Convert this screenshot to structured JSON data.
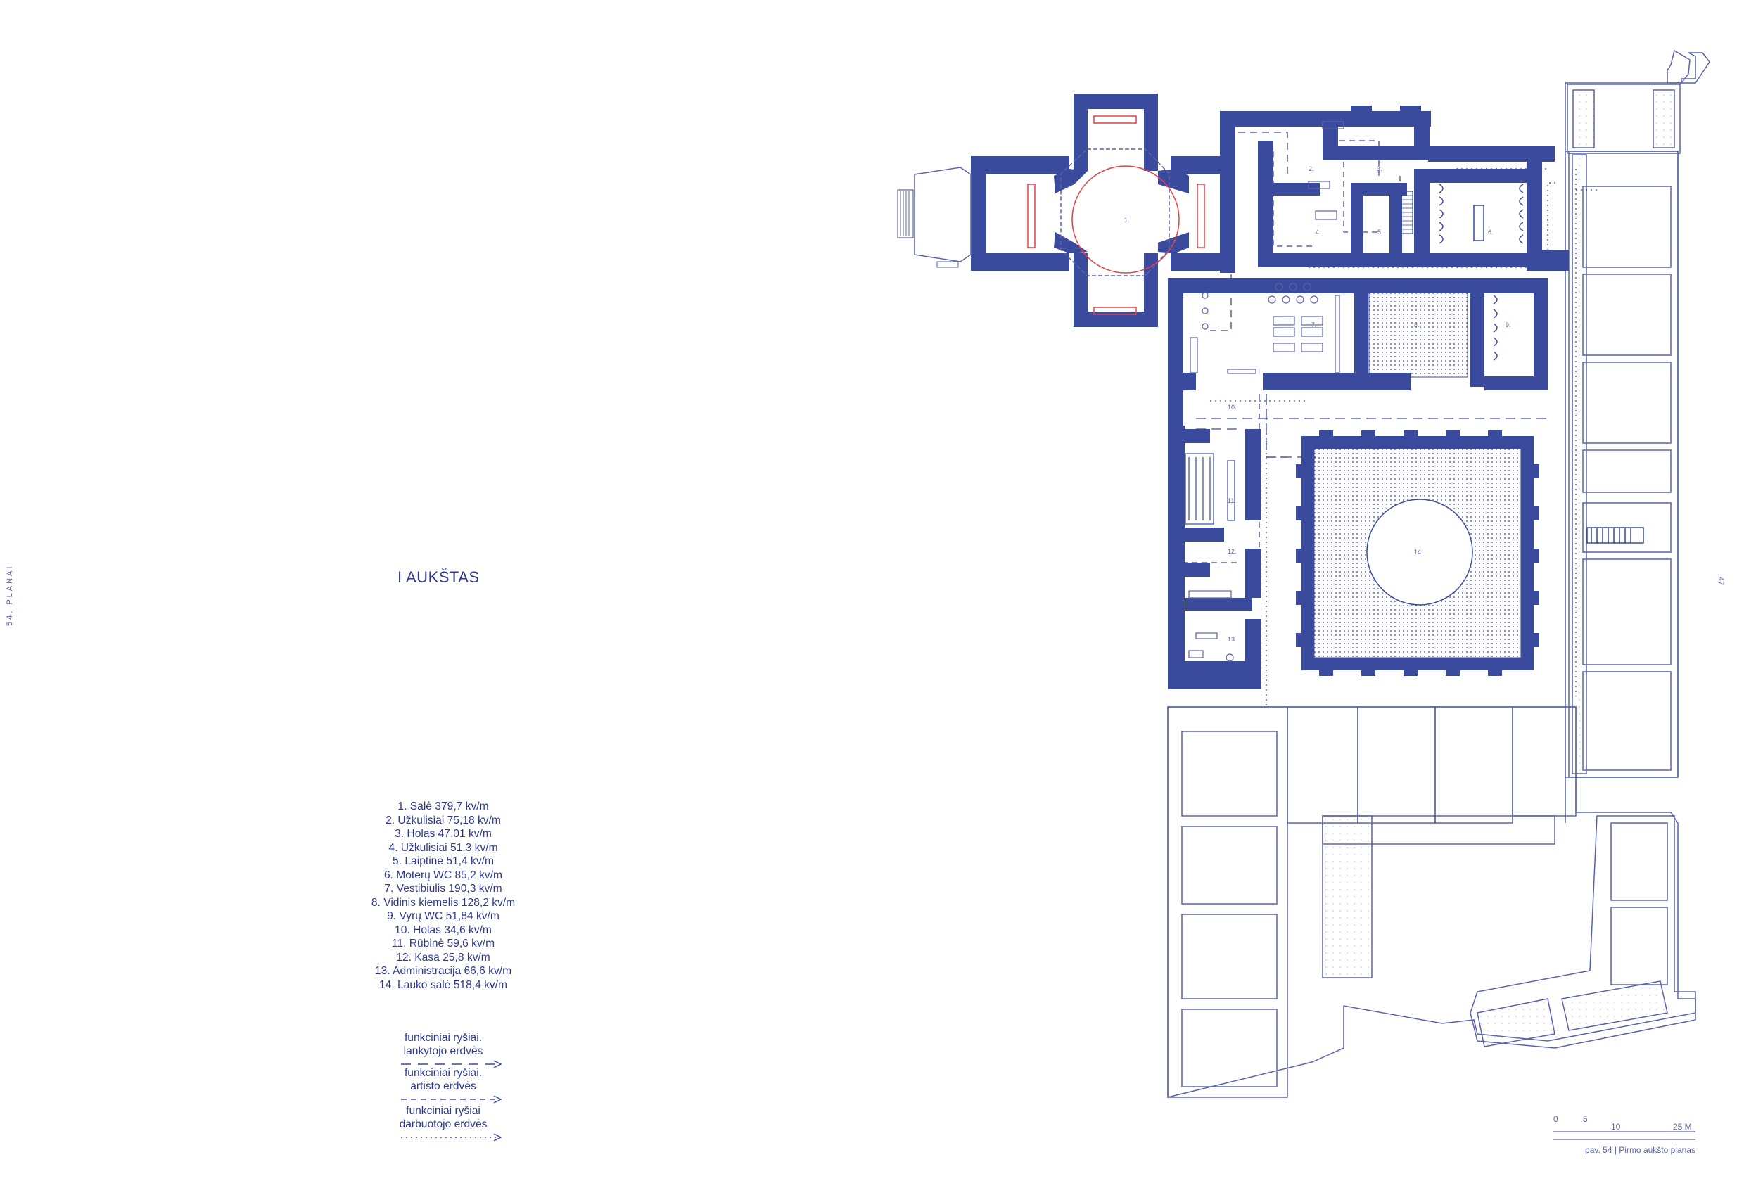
{
  "side_label": "54. PLANAI",
  "page_number": "47",
  "floor_title": "I AUKŠTAS",
  "rooms": [
    "1. Salė 379,7 kv/m",
    "2. Užkulisiai 75,18 kv/m",
    "3. Holas 47,01 kv/m",
    "4. Užkulisiai 51,3 kv/m",
    "5. Laiptinė 51,4 kv/m",
    "6. Moterų WC 85,2 kv/m",
    "7. Vestibiulis 190,3 kv/m",
    "8. Vidinis kiemelis 128,2 kv/m",
    "9. Vyrų WC 51,84 kv/m",
    "10. Holas 34,6 kv/m",
    "11. Rūbinė 59,6 kv/m",
    "12. Kasa 25,8 kv/m",
    "13. Administracija 66,6 kv/m",
    "14. Lauko salė 518,4 kv/m"
  ],
  "legend": [
    {
      "line1": "funkciniai ryšiai.",
      "line2": "lankytojo erdvės",
      "style": "long-dash"
    },
    {
      "line1": "funkciniai ryšiai.",
      "line2": "artisto erdvės",
      "style": "dash"
    },
    {
      "line1": "funkciniai ryšiai",
      "line2": "darbuotojo erdvės",
      "style": "dotted"
    }
  ],
  "room_numbers": [
    "1.",
    "2.",
    "3.",
    "4.",
    "5.",
    "6.",
    "7.",
    "8.",
    "9.",
    "10.",
    "11.",
    "12.",
    "13.",
    "14."
  ],
  "scale": {
    "ticks": [
      "0",
      "5",
      "10",
      "25 M"
    ]
  },
  "caption": "pav. 54 | Pirmo aukšto planas",
  "colors": {
    "wall": "#3a4a9c",
    "text": "#2e3a8c",
    "accent": "#e0434a",
    "outline": "#5a64a8"
  }
}
